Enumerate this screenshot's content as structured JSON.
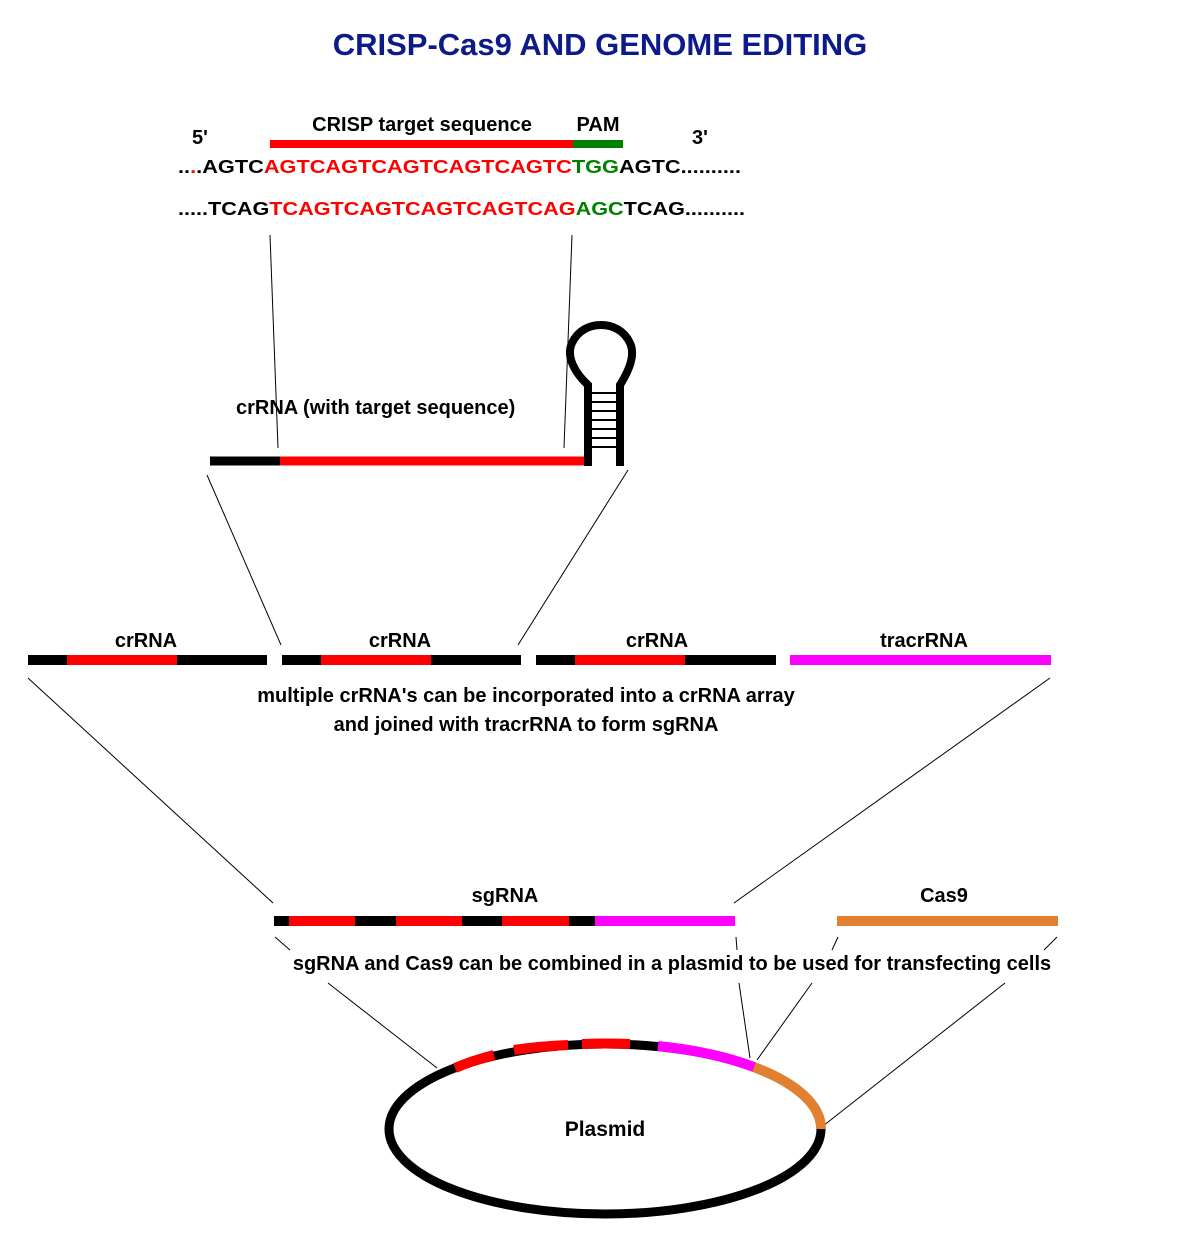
{
  "title": "CRISP-Cas9 AND GENOME EDITING",
  "colors": {
    "title": "#0d1a8a",
    "target": "#ff0000",
    "pam": "#008000",
    "tracr": "#ff00ff",
    "cas9": "#e08030",
    "backbone": "#000000"
  },
  "dna": {
    "five_prime": "5'",
    "three_prime": "3'",
    "target_label": "CRISP target sequence",
    "pam_label": "PAM",
    "top_strand": {
      "prefix_dots": "....",
      "left": "AGTC",
      "target": "AGTCAGTCAGTCAGTCAGTC",
      "pam": "TGG",
      "right": "AGTC..........",
      "prefix_dot_colors": [
        "#000000",
        "#000000",
        "#ff0000",
        "#000000"
      ]
    },
    "bottom_strand": {
      "left": ".....TCAG",
      "target": "TCAGTCAGTCAGTCAGTCAG",
      "pam": "AGC",
      "right": "TCAG.........."
    }
  },
  "crrna": {
    "label": "crRNA (with target sequence)"
  },
  "array": {
    "units": [
      {
        "label": "crRNA",
        "icon": "crrna-bar"
      },
      {
        "label": "crRNA",
        "icon": "crrna-bar"
      },
      {
        "label": "crRNA",
        "icon": "crrna-bar"
      },
      {
        "label": "tracrRNA",
        "icon": "tracrrna-bar"
      }
    ],
    "caption_line1": "multiple crRNA's can be incorporated into a crRNA array",
    "caption_line2": "and joined with tracrRNA to form sgRNA"
  },
  "sgrna": {
    "label": "sgRNA",
    "cas9_label": "Cas9",
    "caption": "sgRNA and Cas9 can be combined in a plasmid to be used for transfecting cells"
  },
  "plasmid": {
    "label": "Plasmid"
  }
}
